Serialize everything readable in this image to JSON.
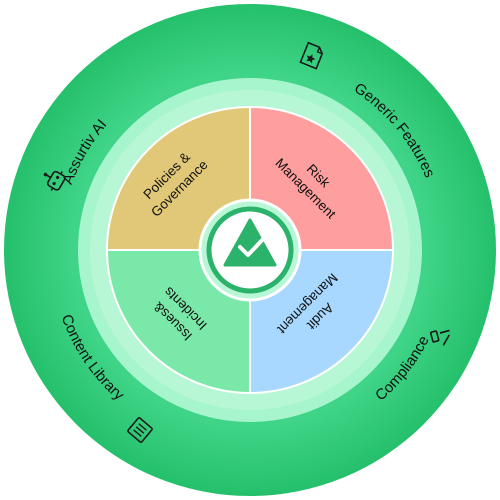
{
  "outer_ring": {
    "items": [
      {
        "label": "Generic Features",
        "icon": "document-star-icon"
      },
      {
        "label": "Assurtiv  AI",
        "icon": "robot-icon"
      },
      {
        "label": "Content Library",
        "icon": "list-document-icon"
      },
      {
        "label": "Compliance",
        "icon": "gavel-icon"
      }
    ],
    "color": "#2ecc71"
  },
  "quadrants": [
    {
      "line1": "Policies &",
      "line2": "Governance",
      "color": "#e0c878"
    },
    {
      "line1": "Risk",
      "line2": "Management",
      "color": "#ff9e9e"
    },
    {
      "line1": "Audit",
      "line2": "Management",
      "color": "#a8d8ff"
    },
    {
      "line1": "Issues&",
      "line2": "Incidents",
      "color": "#7ae8a8"
    }
  ],
  "center": {
    "logo": "mountain-check-logo",
    "color": "#2cb36b"
  }
}
